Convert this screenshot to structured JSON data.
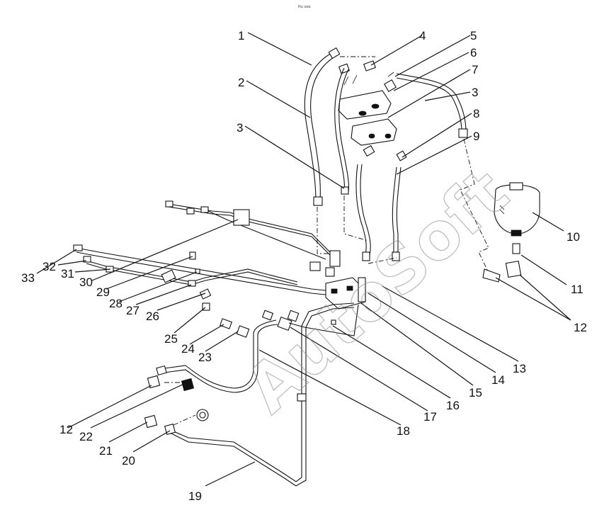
{
  "diagram": {
    "header_mark": "Hu ooo",
    "watermark": "AutoSoft",
    "callouts": [
      "1",
      "2",
      "3",
      "4",
      "5",
      "6",
      "7",
      "3",
      "8",
      "9",
      "10",
      "11",
      "12",
      "13",
      "14",
      "15",
      "16",
      "17",
      "18",
      "19",
      "20",
      "21",
      "22",
      "12",
      "23",
      "24",
      "25",
      "26",
      "27",
      "28",
      "29",
      "30",
      "31",
      "32",
      "33"
    ]
  }
}
